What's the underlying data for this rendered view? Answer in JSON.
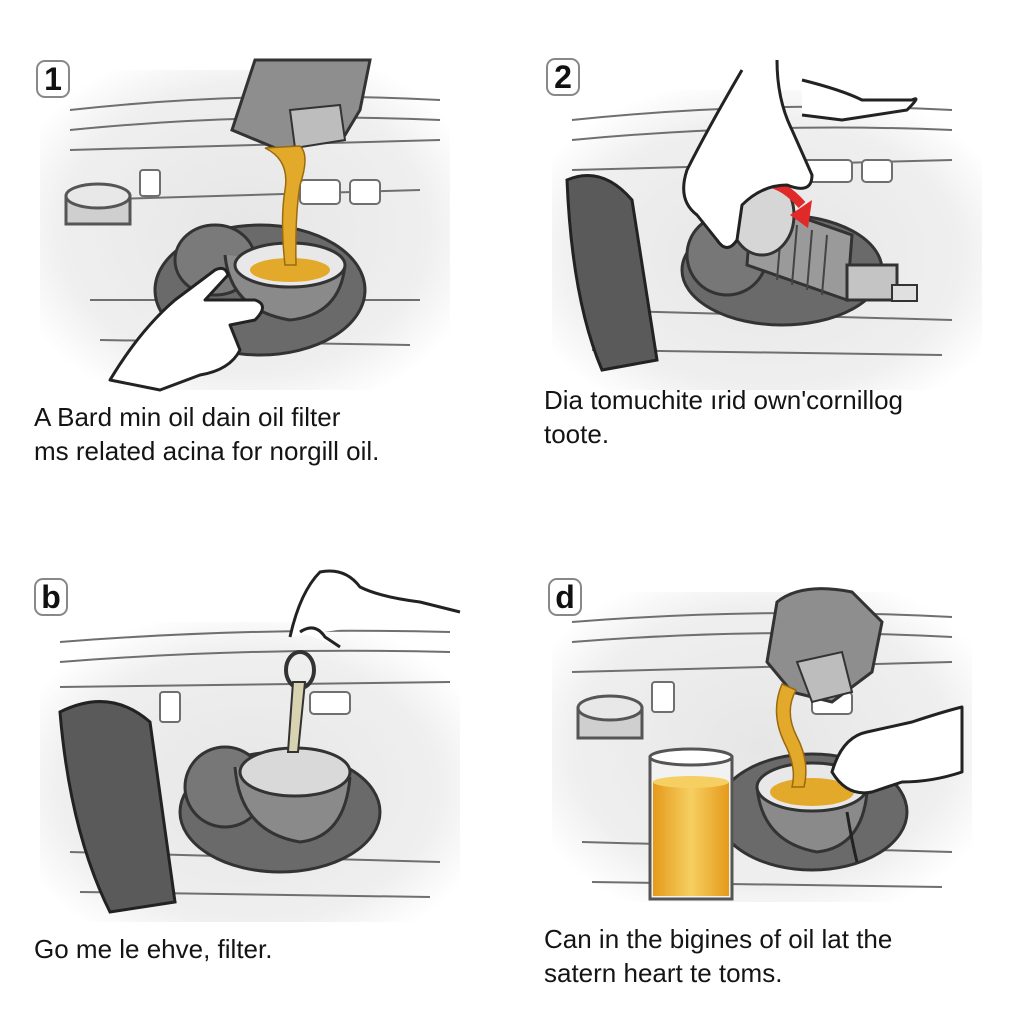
{
  "colors": {
    "oil": "#e3a92a",
    "oil_light": "#f6cf62",
    "arrow_red": "#e02a2a",
    "line_gray": "#6f6f6f",
    "part_dark": "#5a5a5a",
    "part_mid": "#8e8e8e",
    "bg_light": "#ececec"
  },
  "panels": [
    {
      "badge": "1",
      "caption_lines": [
        "A Bard min oil dain oil filter",
        "ms related acina for norgill oil."
      ],
      "icons": [
        "oil-bottle-icon",
        "pouring-oil-icon",
        "hand-icon",
        "oil-filter-housing-icon",
        "engine-bay-icon"
      ]
    },
    {
      "badge": "2",
      "caption_lines": [
        "Dia tomuchite ırid own'cornillog",
        "toote."
      ],
      "icons": [
        "hand-icon",
        "oil-filter-icon",
        "rotation-arrow-icon",
        "engine-bay-icon"
      ]
    },
    {
      "badge": "b",
      "caption_lines": [
        "Go me le ehve, filter."
      ],
      "icons": [
        "hand-icon",
        "dipstick-icon",
        "oil-filter-housing-icon",
        "engine-bay-icon"
      ]
    },
    {
      "badge": "d",
      "caption_lines": [
        "Can in the bigines of oil lat the",
        "satern heart te toms."
      ],
      "icons": [
        "oil-bottle-icon",
        "pouring-oil-icon",
        "measuring-cup-icon",
        "hand-icon",
        "engine-bay-icon"
      ]
    }
  ]
}
